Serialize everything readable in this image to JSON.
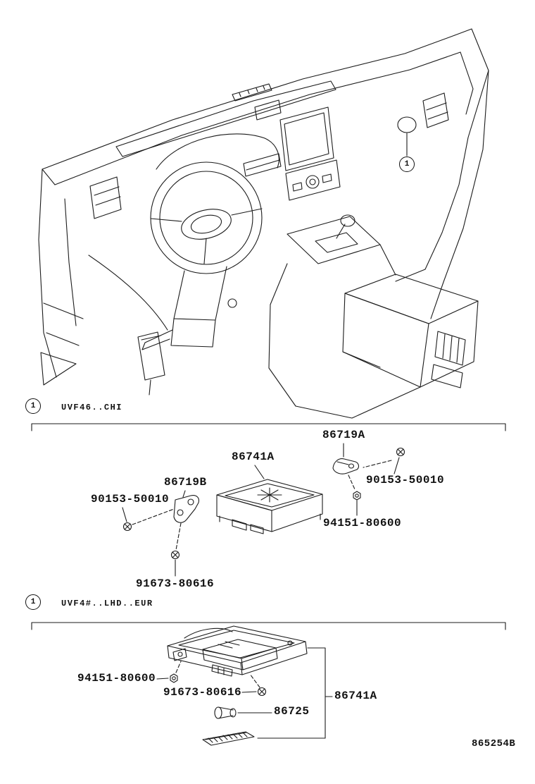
{
  "callout": {
    "number": "1"
  },
  "sections": [
    {
      "marker": "1",
      "variant": "UVF46..CHI",
      "labels": {
        "p86719A": "86719A",
        "p86741A": "86741A",
        "p86719B": "86719B",
        "p90153_left": "90153-50010",
        "p90153_right": "90153-50010",
        "p94151": "94151-80600",
        "p91673": "91673-80616"
      }
    },
    {
      "marker": "1",
      "variant": "UVF4#..LHD..EUR",
      "labels": {
        "p94151": "94151-80600",
        "p91673": "91673-80616",
        "p86741A": "86741A",
        "p86725": "86725"
      }
    }
  ],
  "footer": {
    "diagram_code": "865254B"
  },
  "colors": {
    "ink": "#1b1b1b",
    "background": "#ffffff"
  }
}
